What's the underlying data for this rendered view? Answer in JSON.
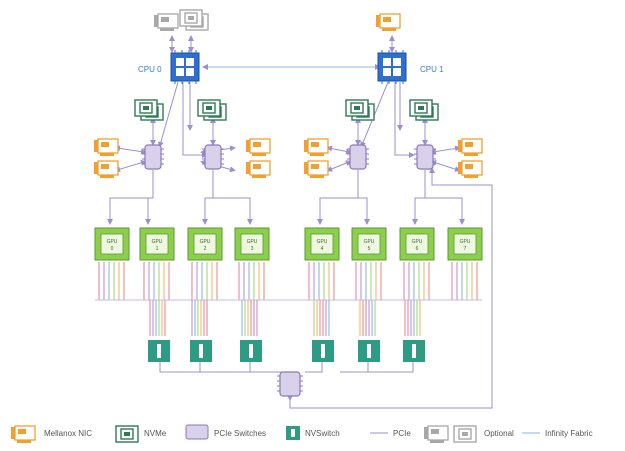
{
  "cpus": [
    {
      "label": "CPU 0"
    },
    {
      "label": "CPU 1"
    }
  ],
  "gpus": [
    {
      "label": "GPU",
      "index": "0"
    },
    {
      "label": "GPU",
      "index": "1"
    },
    {
      "label": "GPU",
      "index": "2"
    },
    {
      "label": "GPU",
      "index": "3"
    },
    {
      "label": "GPU",
      "index": "4"
    },
    {
      "label": "GPU",
      "index": "5"
    },
    {
      "label": "GPU",
      "index": "6"
    },
    {
      "label": "GPU",
      "index": "7"
    }
  ],
  "legend": [
    {
      "key": "nic",
      "label": "Mellanox NIC"
    },
    {
      "key": "nvme",
      "label": "NVMe"
    },
    {
      "key": "pcie_switch",
      "label": "PCIe Switches"
    },
    {
      "key": "nvswitch",
      "label": "NVSwitch"
    },
    {
      "key": "pcie_line",
      "label": "PCIe"
    },
    {
      "key": "optional",
      "label": "Optional"
    },
    {
      "key": "infinity",
      "label": "Infinity Fabric"
    }
  ],
  "colors": {
    "nic": "#f0a030",
    "nvme": "#2d7a55",
    "pcie_switch": "#8c79b8",
    "pcie_switch_fill": "#d9d0ea",
    "nvswitch": "#2e9c85",
    "gpu": "#8ccf4e",
    "cpu": "#2f6fd0",
    "line": "#9b8fd0",
    "optional": "#a8a8a8",
    "nvlink": [
      "#e07aa0",
      "#b58ad8",
      "#7fb0e0",
      "#9fd070",
      "#f0b060",
      "#e88080"
    ]
  }
}
